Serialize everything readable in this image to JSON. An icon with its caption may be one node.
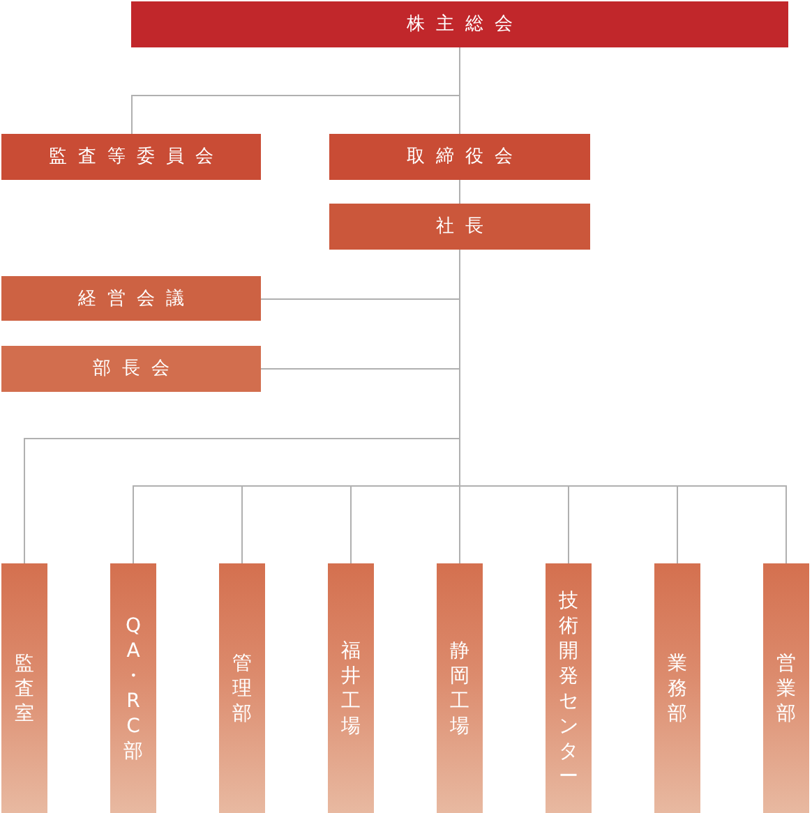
{
  "diagram": {
    "nodes": [
      {
        "text": [
          "株主総会"
        ]
      },
      {
        "text": [
          "監査等委員会"
        ]
      },
      {
        "text": [
          "取締役会"
        ]
      },
      {
        "text": [
          "社長"
        ]
      },
      {
        "text": [
          "経営会議"
        ]
      },
      {
        "text": [
          "部長会"
        ]
      },
      {
        "text": [
          "監査室"
        ]
      },
      {
        "text": [
          "QA・RC部"
        ]
      },
      {
        "text": [
          "管理部"
        ]
      },
      {
        "text": [
          "福井工場"
        ]
      },
      {
        "text": [
          "静岡工場"
        ]
      },
      {
        "text": [
          "技術開発センター"
        ]
      },
      {
        "text": [
          "業務部"
        ]
      },
      {
        "text": [
          "営業部"
        ]
      }
    ],
    "edges": [
      {
        "from": 0,
        "to": 1,
        "arrow": "none"
      },
      {
        "from": 0,
        "to": 2,
        "arrow": "none"
      },
      {
        "from": 2,
        "to": 3,
        "arrow": "none"
      },
      {
        "from": 3,
        "to": 4,
        "arrow": "none"
      },
      {
        "from": 3,
        "to": 5,
        "arrow": "none"
      },
      {
        "from": 3,
        "to": 6,
        "arrow": "none"
      },
      {
        "from": 3,
        "to": 7,
        "arrow": "none"
      },
      {
        "from": 3,
        "to": 8,
        "arrow": "none"
      },
      {
        "from": 3,
        "to": 9,
        "arrow": "none"
      },
      {
        "from": 3,
        "to": 10,
        "arrow": "none"
      },
      {
        "from": 3,
        "to": 11,
        "arrow": "none"
      },
      {
        "from": 3,
        "to": 12,
        "arrow": "none"
      },
      {
        "from": 3,
        "to": 13,
        "arrow": "none"
      }
    ]
  }
}
